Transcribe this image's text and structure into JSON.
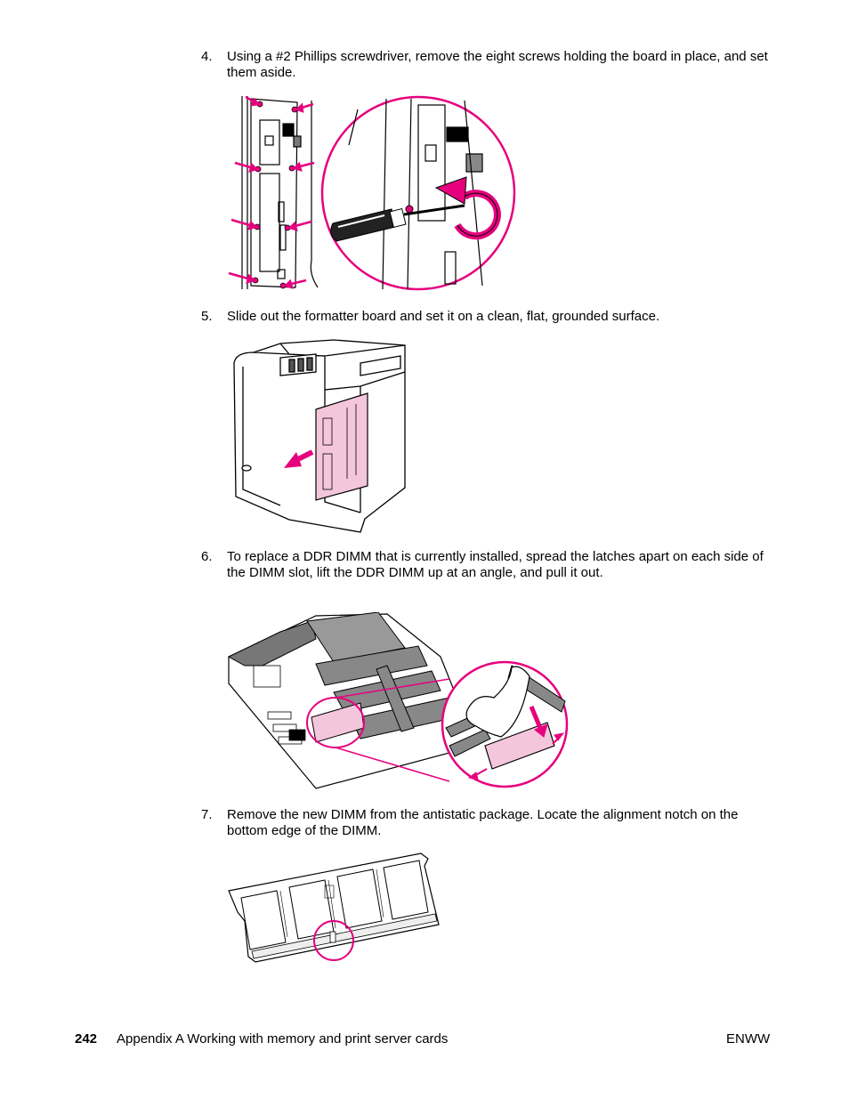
{
  "steps": [
    {
      "num": "4.",
      "text": "Using a #2 Phillips screwdriver, remove the eight screws holding the board in place, and set them aside."
    },
    {
      "num": "5.",
      "text": "Slide out the formatter board and set it on a clean, flat, grounded surface."
    },
    {
      "num": "6.",
      "text": "To replace a DDR DIMM that is currently installed, spread the latches apart on each side of the DIMM slot, lift the DDR DIMM up at an angle, and pull it out."
    },
    {
      "num": "7.",
      "text": "Remove the new DIMM from the antistatic package. Locate the alignment notch on the bottom edge of the DIMM."
    }
  ],
  "footer": {
    "page_number": "242",
    "chapter": "Appendix A   Working with memory and print server cards",
    "right": "ENWW"
  },
  "colors": {
    "accent": "#e6007e",
    "pink_fill": "#f4c6dc",
    "gray": "#808080"
  }
}
